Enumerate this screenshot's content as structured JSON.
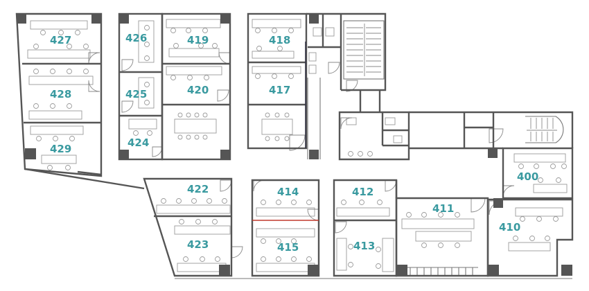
{
  "colors": {
    "wall": "#555555",
    "label": "#3a9aa0",
    "fixture": "#9a9a9a",
    "background": "#ffffff"
  },
  "rooms": [
    {
      "id": "427",
      "label": "427"
    },
    {
      "id": "428",
      "label": "428"
    },
    {
      "id": "429",
      "label": "429"
    },
    {
      "id": "426",
      "label": "426"
    },
    {
      "id": "425",
      "label": "425"
    },
    {
      "id": "424",
      "label": "424"
    },
    {
      "id": "419",
      "label": "419"
    },
    {
      "id": "420",
      "label": "420"
    },
    {
      "id": "418",
      "label": "418"
    },
    {
      "id": "417",
      "label": "417"
    },
    {
      "id": "422",
      "label": "422"
    },
    {
      "id": "423",
      "label": "423"
    },
    {
      "id": "414",
      "label": "414"
    },
    {
      "id": "415",
      "label": "415"
    },
    {
      "id": "412",
      "label": "412"
    },
    {
      "id": "413",
      "label": "413"
    },
    {
      "id": "411",
      "label": "411"
    },
    {
      "id": "410",
      "label": "410"
    },
    {
      "id": "400",
      "label": "400"
    }
  ]
}
